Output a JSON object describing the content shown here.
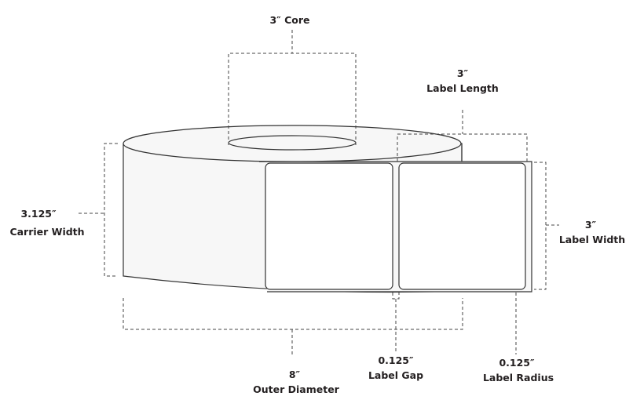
{
  "core": {
    "value": "3″ Core"
  },
  "label_length": {
    "value": "3″",
    "name": "Label Length"
  },
  "carrier_width": {
    "value": "3.125″",
    "name": "Carrier Width"
  },
  "label_width": {
    "value": "3″",
    "name": "Label Width"
  },
  "outer_diameter": {
    "value": "8″",
    "name": "Outer Diameter"
  },
  "label_gap": {
    "value": "0.125″",
    "name": "Label Gap"
  },
  "label_radius": {
    "value": "0.125″",
    "name": "Label Radius"
  }
}
